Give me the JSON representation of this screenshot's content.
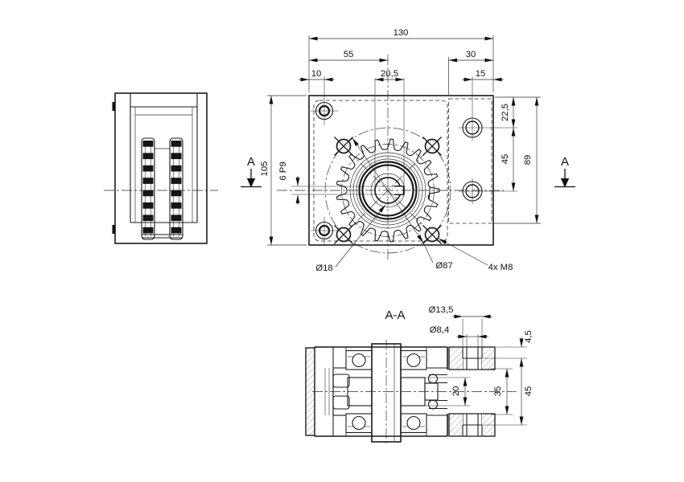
{
  "front_view": {
    "section_marker": "A",
    "dims": {
      "total_width": "130",
      "left_to_center": "55",
      "right_block_width": "30",
      "corner_hole_offset": "10",
      "keyway_depth": "20,5",
      "side_hole_offset": "15",
      "total_height": "105",
      "keyway_width": "6 P9",
      "top_hole_offset": "22,5",
      "hole_spacing": "45",
      "block_height": "89"
    },
    "callouts": {
      "bore": "Ø18",
      "bolt_circle": "Ø87",
      "mount_holes": "4x M8"
    }
  },
  "section_view": {
    "title": "A-A",
    "dims": {
      "counterbore_dia": "Ø13,5",
      "through_hole_dia": "Ø8,4",
      "counterbore_depth": "4,5",
      "hub_width": "20",
      "cavity_width": "35",
      "pocket_depth": "45"
    }
  }
}
